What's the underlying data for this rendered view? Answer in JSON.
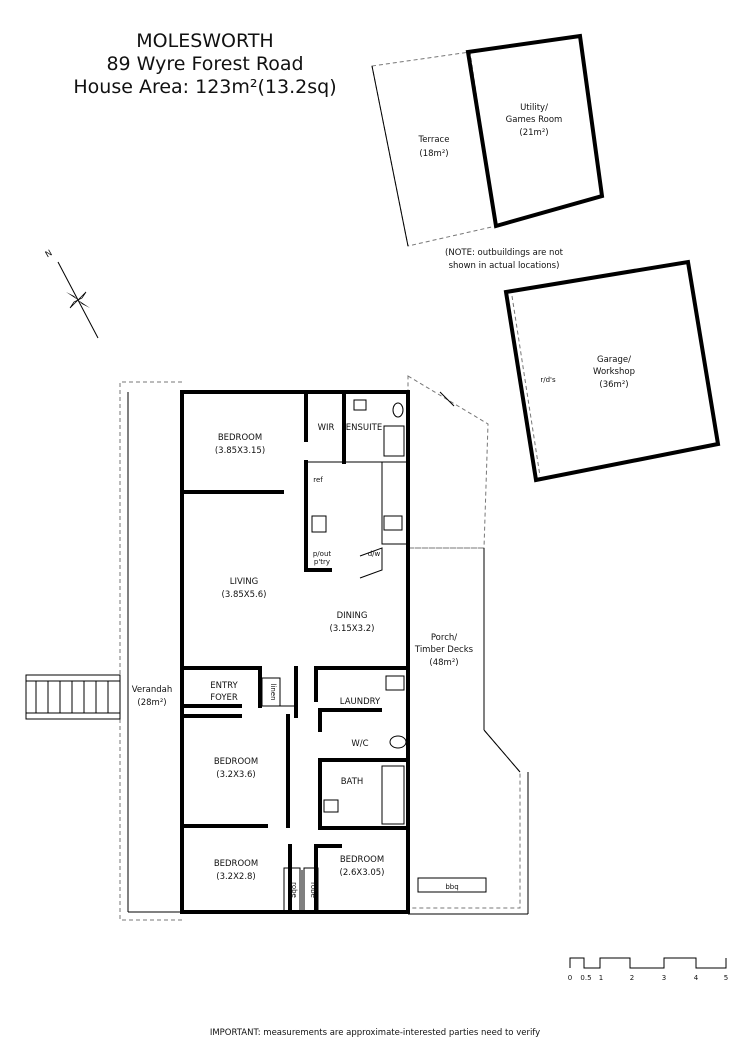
{
  "header": {
    "name": "MOLESWORTH",
    "address": "89 Wyre Forest Road",
    "area": "House Area: 123m²(13.2sq)"
  },
  "compass": {
    "label": "N"
  },
  "outbuildings": {
    "terrace": {
      "name": "Terrace",
      "area": "(18m²)"
    },
    "utility": {
      "name": "Utility/",
      "name2": "Games Room",
      "area": "(21m²)"
    },
    "note_line1": "(NOTE: outbuildings are not",
    "note_line2": "shown in actual locations)",
    "garage": {
      "name": "Garage/",
      "name2": "Workshop",
      "area": "(36m²)"
    },
    "rds": "r/d's"
  },
  "rooms": {
    "bedroom1": {
      "name": "BEDROOM",
      "size": "(3.85X3.15)"
    },
    "wir": "WIR",
    "ensuite": "ENSUITE",
    "ref": "ref",
    "pantry": "p/out",
    "pantry2": "p'try",
    "dw": "d/w",
    "living": {
      "name": "LIVING",
      "size": "(3.85X5.6)"
    },
    "dining": {
      "name": "DINING",
      "size": "(3.15X3.2)"
    },
    "porch": {
      "name": "Porch/",
      "name2": "Timber Decks",
      "area": "(48m²)"
    },
    "entry": {
      "name": "ENTRY",
      "name2": "FOYER"
    },
    "linen": "linen",
    "laundry": "LAUNDRY",
    "verandah": {
      "name": "Verandah",
      "area": "(28m²)"
    },
    "bedroom2": {
      "name": "BEDROOM",
      "size": "(3.2X3.6)"
    },
    "wc": "W/C",
    "bath": "BATH",
    "bedroom3": {
      "name": "BEDROOM",
      "size": "(3.2X2.8)"
    },
    "bedroom4": {
      "name": "BEDROOM",
      "size": "(2.6X3.05)"
    },
    "robe1": "robe",
    "robe2": "robe",
    "bbq": "bbq"
  },
  "scale": {
    "ticks": [
      "0",
      "0.5",
      "1",
      "2",
      "3",
      "4",
      "5"
    ]
  },
  "footer": "IMPORTANT: measurements are approximate-interested parties need to verify"
}
